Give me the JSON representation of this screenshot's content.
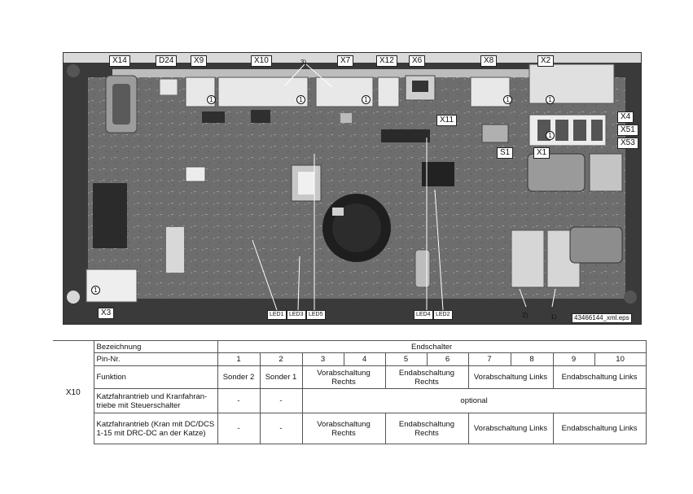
{
  "photo": {
    "connector_labels": [
      "X14",
      "D24",
      "X9",
      "X10",
      "X7",
      "X12",
      "X6",
      "X8",
      "X2"
    ],
    "right_labels": [
      "X4",
      "X51",
      "X53"
    ],
    "x11": "X11",
    "s1": "S1",
    "x1": "X1",
    "x3": "X3",
    "note3": "3)",
    "led1": "LED1",
    "led3": "LED3",
    "led5": "LED5",
    "led4": "LED4",
    "led2": "LED2",
    "note2": "2)",
    "note1": "1)",
    "file_ref": "43466144_xml.eps",
    "pin_marker": "1"
  },
  "table": {
    "x10": "X10",
    "row_bezeichnung": {
      "label": "Bezeichnung",
      "value": "Endschalter"
    },
    "row_pins": {
      "label": "Pin-Nr.",
      "pins": [
        "1",
        "2",
        "3",
        "4",
        "5",
        "6",
        "7",
        "8",
        "9",
        "10"
      ]
    },
    "row_funktion": {
      "label": "Funktion",
      "pin1": "Sonder 2",
      "pin2": "Sonder 1",
      "p34": "Vorabschaltung Rechts",
      "p56": "Endabschaltung Rechts",
      "p78": "Vorabschaltung Links",
      "p910": "Endabschaltung Links"
    },
    "row_steuerschalter": {
      "label": "Katzfahrantrieb und Kranfahran-triebe mit Steuerschalter",
      "pin1": "-",
      "pin2": "-",
      "rest": "optional"
    },
    "row_drc": {
      "label": "Katzfahrantrieb (Kran mit DC/DCS 1-15 mit DRC-DC an der Katze)",
      "pin1": "-",
      "pin2": "-",
      "p34": "Vorabschaltung Rechts",
      "p56": "Endabschaltung Rechts",
      "p78": "Vorabschaltung Links",
      "p910": "Endabschaltung Links"
    }
  }
}
